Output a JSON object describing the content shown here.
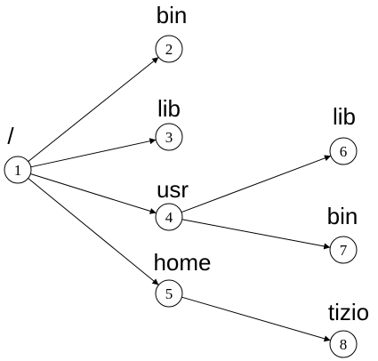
{
  "tree": {
    "nodes": [
      {
        "id": "1",
        "name": "/"
      },
      {
        "id": "2",
        "name": "bin"
      },
      {
        "id": "3",
        "name": "lib"
      },
      {
        "id": "4",
        "name": "usr"
      },
      {
        "id": "5",
        "name": "home"
      },
      {
        "id": "6",
        "name": "lib"
      },
      {
        "id": "7",
        "name": "bin"
      },
      {
        "id": "8",
        "name": "tizio"
      }
    ],
    "edges": [
      {
        "from": "1",
        "to": "2"
      },
      {
        "from": "1",
        "to": "3"
      },
      {
        "from": "1",
        "to": "4"
      },
      {
        "from": "1",
        "to": "5"
      },
      {
        "from": "4",
        "to": "6"
      },
      {
        "from": "4",
        "to": "7"
      },
      {
        "from": "5",
        "to": "8"
      }
    ]
  }
}
